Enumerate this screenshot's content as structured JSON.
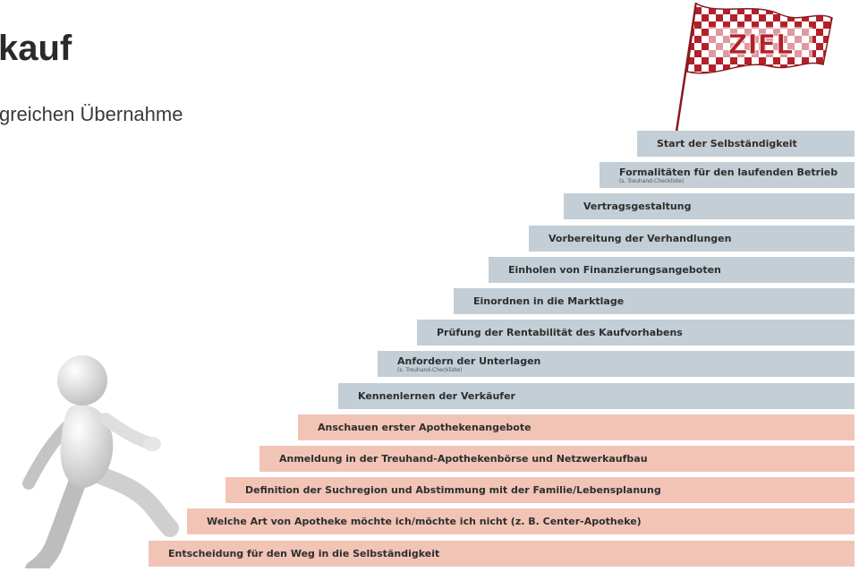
{
  "header": {
    "title": "kauf",
    "subtitle": "greichen Übernahme"
  },
  "flag": {
    "text": "ZIEL"
  },
  "colors": {
    "blue_step": "#c3ced6",
    "pink_step": "#f1c4b6",
    "flag_red": "#b3202a"
  },
  "steps": [
    {
      "label": "Start der Selbständigkeit",
      "note": "",
      "tone": "blue"
    },
    {
      "label": "Formalitäten für den laufenden Betrieb",
      "note": "(s. Treuhand-Checkliste)",
      "tone": "blue"
    },
    {
      "label": "Vertragsgestaltung",
      "note": "",
      "tone": "blue"
    },
    {
      "label": "Vorbereitung der Verhandlungen",
      "note": "",
      "tone": "blue"
    },
    {
      "label": "Einholen von Finanzierungsangeboten",
      "note": "",
      "tone": "blue"
    },
    {
      "label": "Einordnen in die Marktlage",
      "note": "",
      "tone": "blue"
    },
    {
      "label": "Prüfung der Rentabilität des Kaufvorhabens",
      "note": "",
      "tone": "blue"
    },
    {
      "label": "Anfordern der Unterlagen",
      "note": "(s. Treuhand-Checkliste)",
      "tone": "blue"
    },
    {
      "label": "Kennenlernen der Verkäufer",
      "note": "",
      "tone": "blue"
    },
    {
      "label": "Anschauen erster Apothekenangebote",
      "note": "",
      "tone": "pink"
    },
    {
      "label": "Anmeldung in der Treuhand-Apothekenbörse und Netzwerkaufbau",
      "note": "",
      "tone": "pink"
    },
    {
      "label": "Definition der Suchregion und Abstimmung mit der Familie/Lebensplanung",
      "note": "",
      "tone": "pink"
    },
    {
      "label": "Welche Art von Apotheke möchte ich/möchte ich nicht (z. B. Center-Apotheke)",
      "note": "",
      "tone": "pink"
    },
    {
      "label": "Entscheidung für den Weg in die Selbständigkeit",
      "note": "",
      "tone": "pink"
    }
  ]
}
